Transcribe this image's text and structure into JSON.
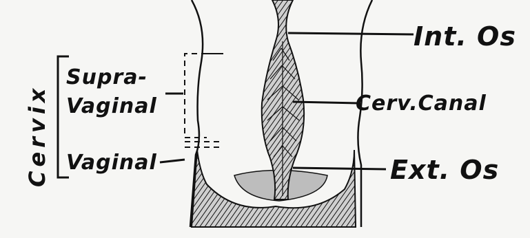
{
  "labels": {
    "int_os": "Int. Os",
    "cerv_canal": "Cerv.Canal",
    "ext_os": "Ext. Os",
    "cervix": "Cervix",
    "supra": "Supra-",
    "vaginal_upper": "Vaginal",
    "vaginal_lower": "Vaginal"
  },
  "colors": {
    "ink": "#111111",
    "paper": "#f6f6f4"
  }
}
